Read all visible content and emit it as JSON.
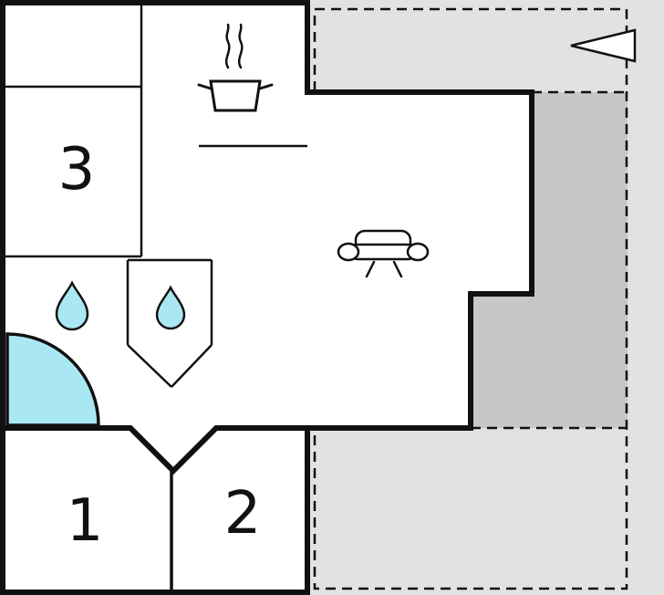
{
  "floorplan": {
    "room_labels": {
      "room1": "1",
      "room2": "2",
      "room3": "3"
    },
    "colors": {
      "water": "#a9e8f3",
      "terrace_light": "#e2e2e2",
      "terrace_dark": "#c7c7c7",
      "wall": "#111111",
      "room_fill": "#ffffff"
    },
    "icons": {
      "kitchen_icon": "cooking-pot-with-steam",
      "living_room_icon": "sofa",
      "bathroom_icons": "water-drop, shower-quarter-circle",
      "wc_icon": "water-drop",
      "orientation_icon": "north-arrow-left"
    }
  }
}
